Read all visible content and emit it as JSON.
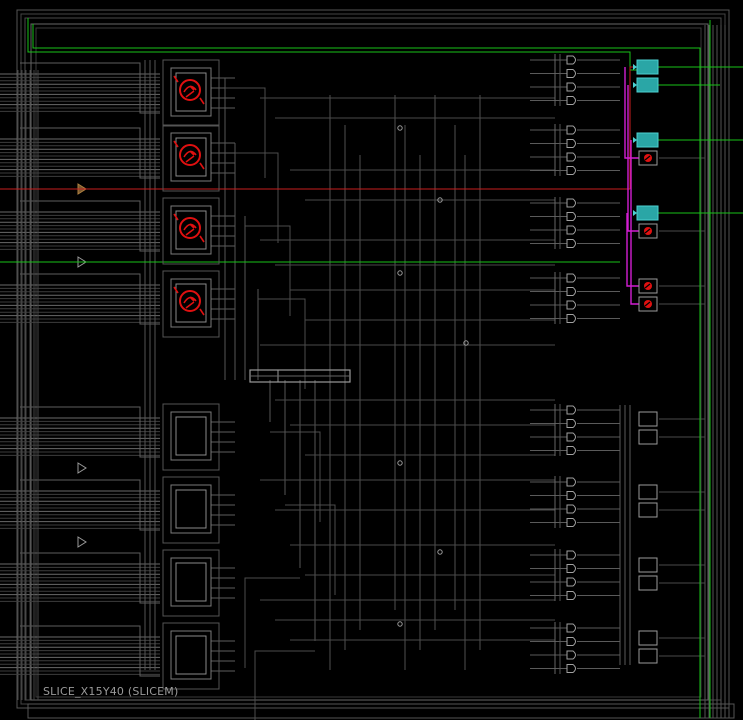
{
  "slice": {
    "label": "SLICE_X15Y40 (SLICEM)"
  },
  "colors": {
    "background": "#000000",
    "wire": "#5e5e5e",
    "wire_dim": "#3d3d3d",
    "border": "#7a7a7a",
    "net_green": "#19c219",
    "net_red": "#c81e1e",
    "net_magenta": "#d21ed2",
    "used_ff": "#2aa6a6",
    "used_lut_icon": "#e01010"
  },
  "luts": [
    {
      "id": "A6LUT",
      "used": true
    },
    {
      "id": "B6LUT",
      "used": true
    },
    {
      "id": "C6LUT",
      "used": true
    },
    {
      "id": "D6LUT",
      "used": true
    },
    {
      "id": "A5LUT",
      "used": false
    },
    {
      "id": "B5LUT",
      "used": false
    },
    {
      "id": "C5LUT",
      "used": false
    },
    {
      "id": "D5LUT",
      "used": false
    }
  ],
  "flipflops": [
    {
      "id": "AFF",
      "state": "routed"
    },
    {
      "id": "A5FF",
      "state": "routed"
    },
    {
      "id": "BFF",
      "state": "routed"
    },
    {
      "id": "B5FF",
      "state": "used"
    },
    {
      "id": "CFF",
      "state": "routed"
    },
    {
      "id": "C5FF",
      "state": "used"
    },
    {
      "id": "DFF",
      "state": "used"
    },
    {
      "id": "D5FF",
      "state": "used"
    },
    {
      "id": "E1FF",
      "state": "unused"
    },
    {
      "id": "E2FF",
      "state": "unused"
    },
    {
      "id": "F1FF",
      "state": "unused"
    },
    {
      "id": "F2FF",
      "state": "unused"
    },
    {
      "id": "G1FF",
      "state": "unused"
    },
    {
      "id": "G2FF",
      "state": "unused"
    },
    {
      "id": "H1FF",
      "state": "unused"
    },
    {
      "id": "H2FF",
      "state": "unused"
    }
  ]
}
